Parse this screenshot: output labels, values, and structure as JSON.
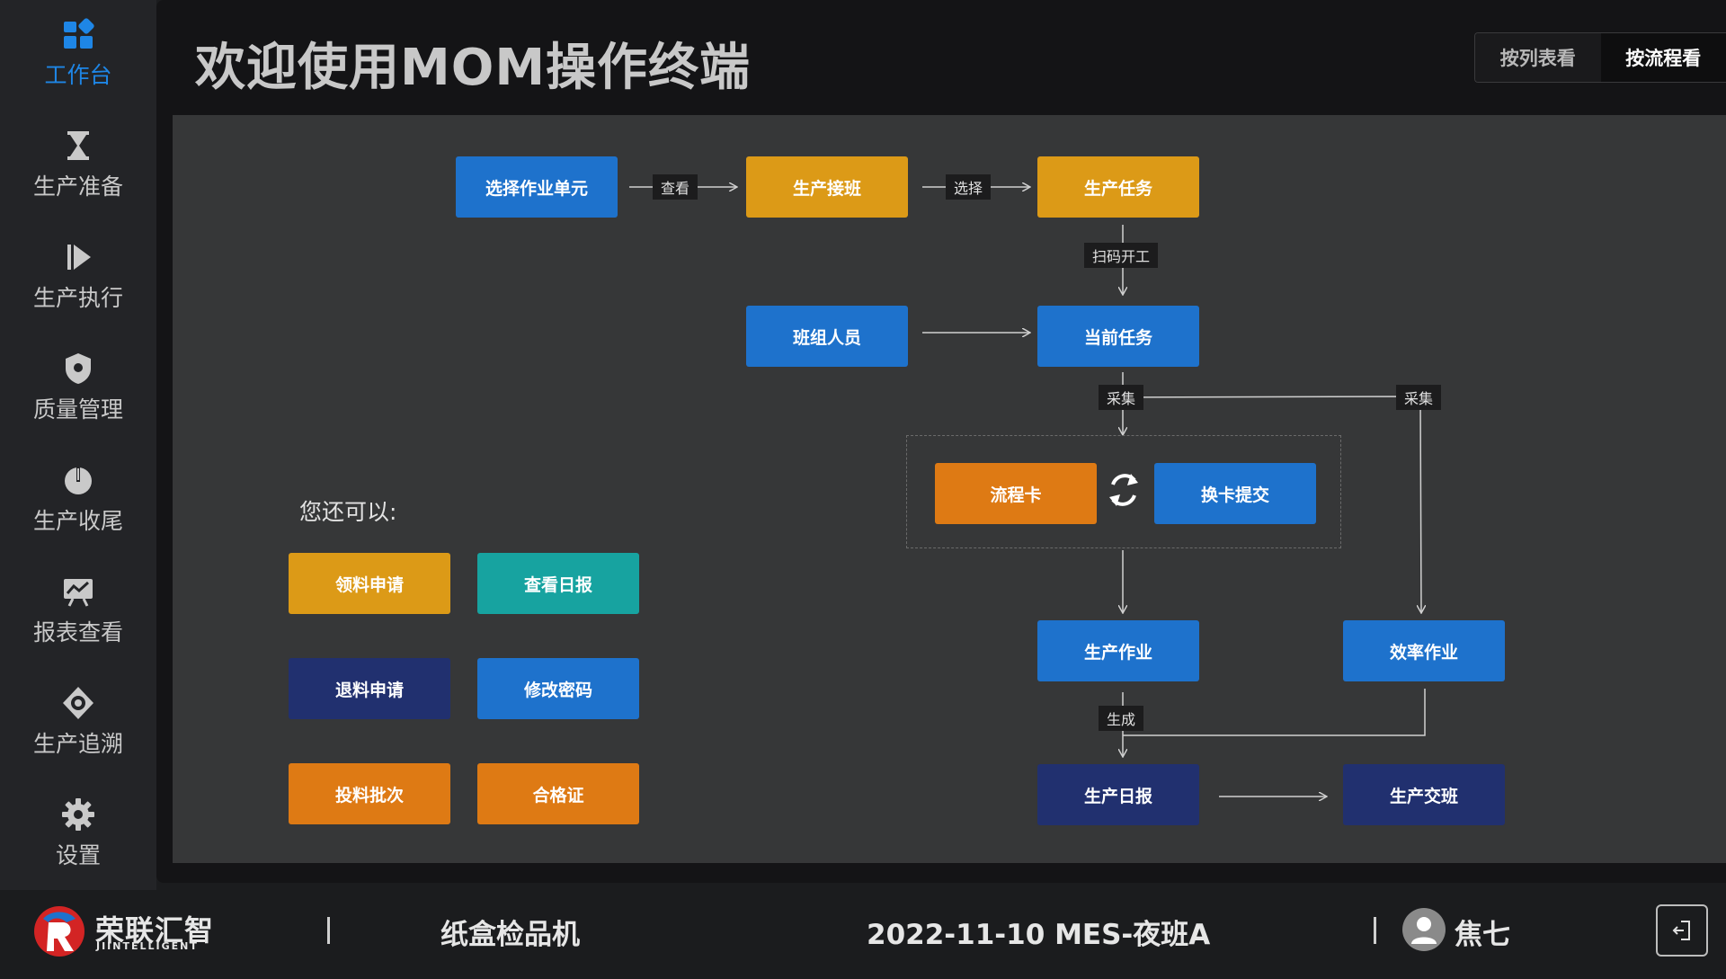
{
  "sidebar": {
    "items": [
      {
        "label": "工作台",
        "icon": "dashboard-icon",
        "active": true
      },
      {
        "label": "生产准备",
        "icon": "hourglass-icon"
      },
      {
        "label": "生产执行",
        "icon": "play-icon"
      },
      {
        "label": "质量管理",
        "icon": "shield-icon"
      },
      {
        "label": "生产收尾",
        "icon": "power-icon"
      },
      {
        "label": "报表查看",
        "icon": "chart-board-icon"
      },
      {
        "label": "生产追溯",
        "icon": "trace-icon"
      },
      {
        "label": "设置",
        "icon": "gear-icon"
      }
    ]
  },
  "header": {
    "title": "欢迎使用MOM操作终端",
    "view_list": "按列表看",
    "view_flow": "按流程看"
  },
  "flow": {
    "nodes": {
      "select_unit": "选择作业单元",
      "shift_receive": "生产接班",
      "task": "生产任务",
      "team_member": "班组人员",
      "current_task": "当前任务",
      "flow_card": "流程卡",
      "card_submit": "换卡提交",
      "production_op": "生产作业",
      "efficiency_op": "效率作业",
      "daily_report": "生产日报",
      "shift_handover": "生产交班"
    },
    "edges": {
      "view": "查看",
      "select": "选择",
      "scan_start": "扫码开工",
      "collect_1": "采集",
      "collect_2": "采集",
      "generate": "生成"
    }
  },
  "also": {
    "title": "您还可以:",
    "buttons": {
      "material_request": "领料申请",
      "view_daily": "查看日报",
      "return_request": "退料申请",
      "change_password": "修改密码",
      "feed_batch": "投料批次",
      "certificate": "合格证"
    }
  },
  "footer": {
    "logo_text": "荣联汇智",
    "logo_sub": "JIINTELLIGENT",
    "machine": "纸盒检品机",
    "shift": "2022-11-10 MES-夜班A",
    "user": "焦七"
  },
  "colors": {
    "blue": "#1e72cc",
    "gold": "#dc9a17",
    "orange": "#de7a14",
    "navy": "#21306f",
    "teal": "#17a3a0",
    "accent": "#1e86e6"
  }
}
